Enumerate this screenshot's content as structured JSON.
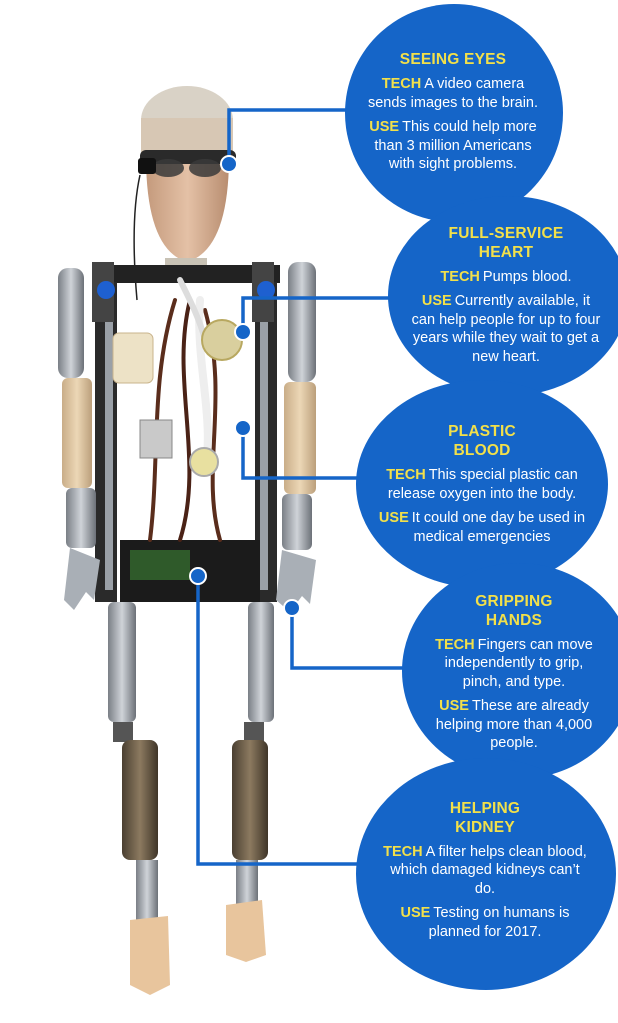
{
  "colors": {
    "bubble": "#1565c8",
    "keyword": "#f2e04a",
    "text": "#ffffff",
    "connector": "#1565c8"
  },
  "callouts": {
    "eyes": {
      "title": "SEEING EYES",
      "tech_label": "TECH",
      "tech_text": "A video camera sends images to the brain.",
      "use_label": "USE",
      "use_text": "This could help more than 3 million Americans with sight problems."
    },
    "heart": {
      "title": "FULL-SERVICE\nHEART",
      "tech_label": "TECH",
      "tech_text": "Pumps blood.",
      "use_label": "USE",
      "use_text": "Currently available, it can help people for up to four years while they wait to get a new heart."
    },
    "blood": {
      "title": "PLASTIC\nBLOOD",
      "tech_label": "TECH",
      "tech_text": "This special plastic can release oxygen into the body.",
      "use_label": "USE",
      "use_text": "It could one day be used in medical emergencies"
    },
    "hands": {
      "title": "GRIPPING\nHANDS",
      "tech_label": "TECH",
      "tech_text": "Fingers can move independently to grip, pinch, and type.",
      "use_label": "USE",
      "use_text": "These are already helping more than 4,000 people."
    },
    "kidney": {
      "title": "HELPING\nKIDNEY",
      "tech_label": "TECH",
      "tech_text": "A filter helps clean blood, which damaged kidneys can’t do.",
      "use_label": "USE",
      "use_text": "Testing on humans is planned for 2017."
    }
  }
}
